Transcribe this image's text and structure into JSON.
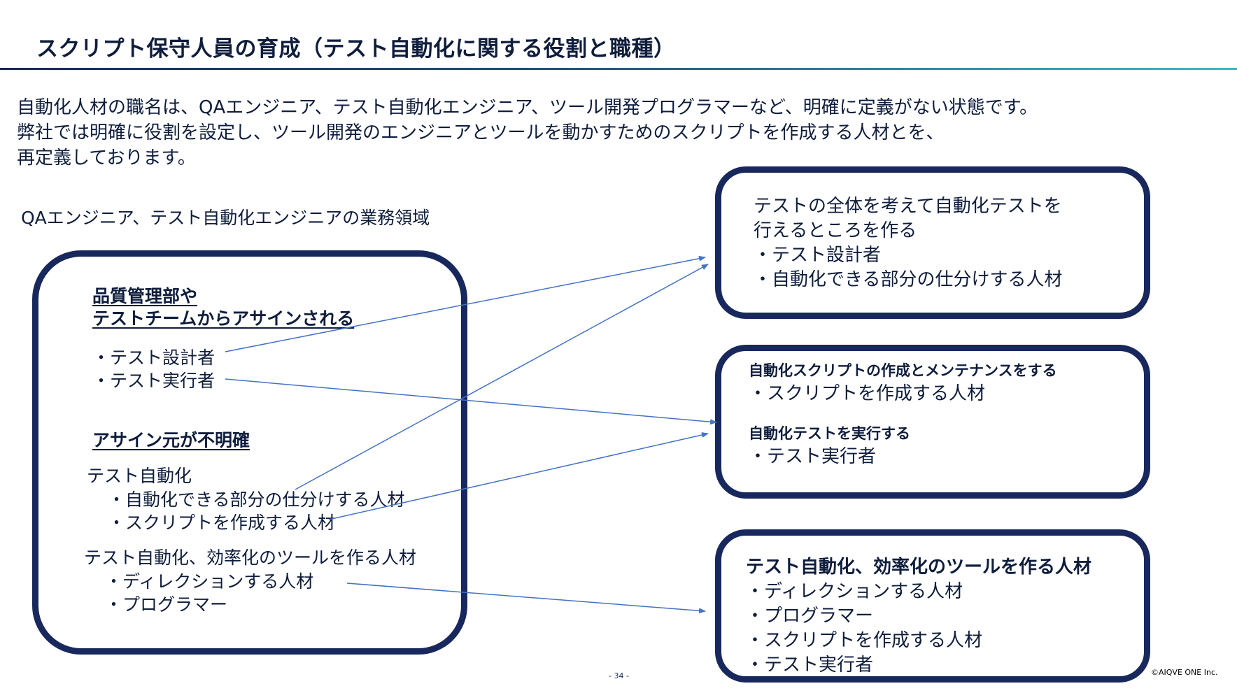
{
  "header": {
    "title": "スクリプト保守人員の育成（テスト自動化に関する役割と職種）"
  },
  "intro": {
    "line1": "自動化人材の職名は、QAエンジニア、テスト自動化エンジニア、ツール開発プログラマーなど、明確に定義がない状態です。",
    "line2": "弊社では明確に役割を設定し、ツール開発のエンジニアとツールを動かすためのスクリプトを作成する人材とを、",
    "line3": "再定義しております。"
  },
  "domain_label": "QAエンジニア、テスト自動化エンジニアの業務領域",
  "left_box": {
    "heading1_line1": "品質管理部や",
    "heading1_line2": "テストチームからアサインされる",
    "assigned_item1": "・テスト設計者",
    "assigned_item2": "・テスト実行者",
    "heading2": "アサイン元が不明確",
    "automation_title": "テスト自動化",
    "automation_item1": "・自動化できる部分の仕分けする人材",
    "automation_item2": "・スクリプトを作成する人材",
    "tool_title": "テスト自動化、効率化のツールを作る人材",
    "tool_item1": "・ディレクションする人材",
    "tool_item2": "・プログラマー"
  },
  "box_designer": {
    "line1": "テストの全体を考えて自動化テストを",
    "line2": "行えるところを作る",
    "item1": "・テスト設計者",
    "item2": "・自動化できる部分の仕分けする人材"
  },
  "box_script": {
    "heading1": "自動化スクリプトの作成とメンテナンスをする",
    "item1": "・スクリプトを作成する人材",
    "heading2": "自動化テストを実行する",
    "item2": "・テスト実行者"
  },
  "box_tool": {
    "heading": "テスト自動化、効率化のツールを作る人材",
    "item1": "・ディレクションする人材",
    "item2": "・プログラマー",
    "item3": "・スクリプトを作成する人材",
    "item4": "・テスト実行者"
  },
  "footer": {
    "page": "- 34 -",
    "copyright": "©AIQVE ONE Inc."
  },
  "colors": {
    "navy": "#18275c",
    "text": "#0f1d3c",
    "arrow": "#4472c4",
    "rule_end": "#3bbcc4"
  }
}
